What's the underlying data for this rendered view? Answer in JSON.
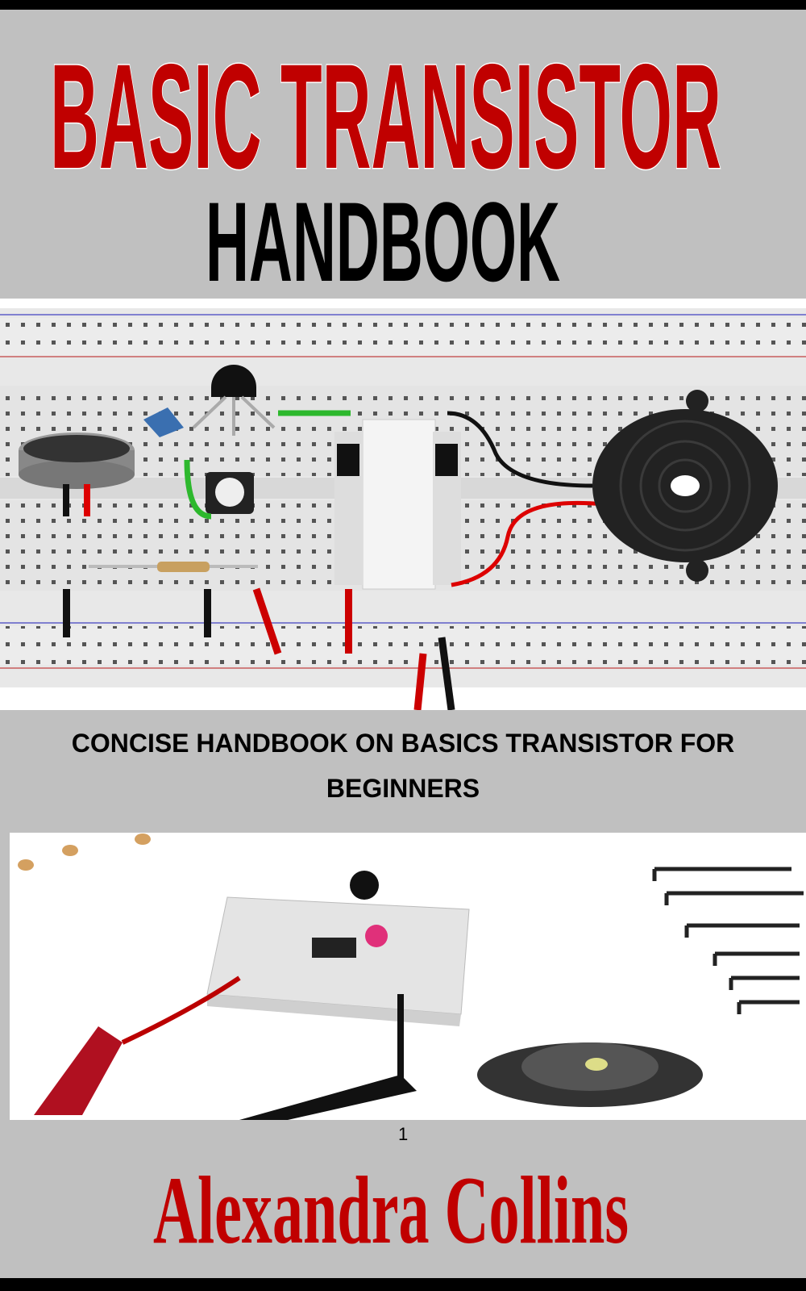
{
  "cover": {
    "title_line1": "BASIC TRANSISTOR",
    "title_line2": "HANDBOOK",
    "subtitle": "CONCISE HANDBOOK ON BASICS TRANSISTOR FOR BEGINNERS",
    "author": "Alexandra Collins",
    "page_number": "1"
  },
  "colors": {
    "background": "#c0c0c0",
    "title_red": "#c00000",
    "author_red": "#c00000",
    "border": "#000000"
  }
}
